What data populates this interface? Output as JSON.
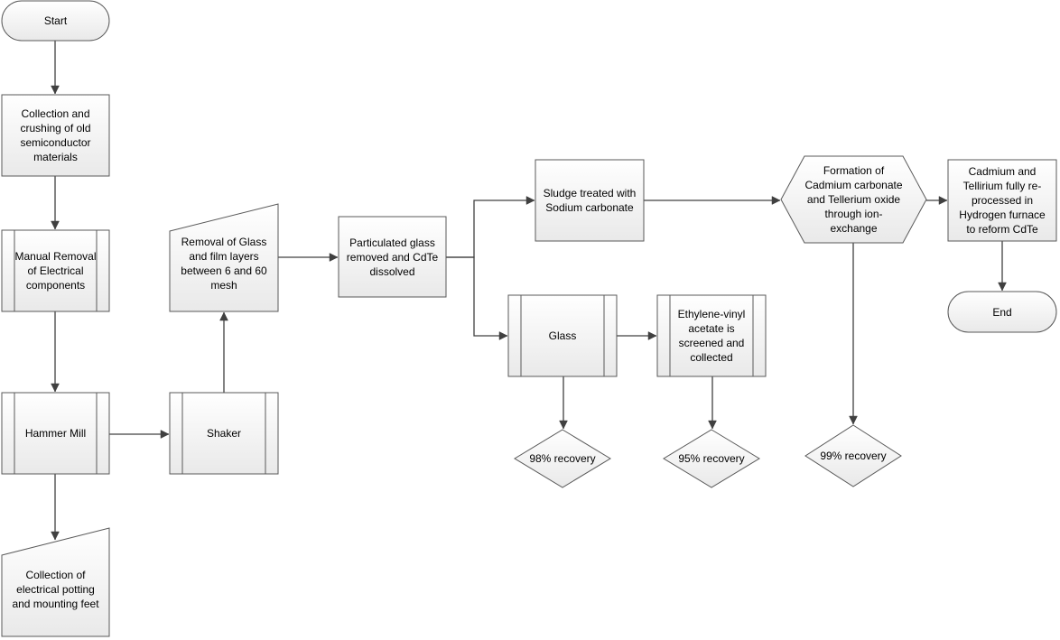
{
  "colors": {
    "stroke": "#595959",
    "fill_top": "#ffffff",
    "fill_bottom": "#e9e9e9",
    "connector": "#404040",
    "text": "#000000"
  },
  "nodes": {
    "start": {
      "label": "Start",
      "shape": "terminator"
    },
    "collection_crushing": {
      "label": "Collection and crushing of old semiconductor materials",
      "shape": "process"
    },
    "manual_removal": {
      "label": "Manual Removal of Electrical components",
      "shape": "predefined-process"
    },
    "hammer_mill": {
      "label": "Hammer Mill",
      "shape": "predefined-process"
    },
    "collection_potting": {
      "label": "Collection of electrical potting and mounting feet",
      "shape": "manual-input"
    },
    "shaker": {
      "label": "Shaker",
      "shape": "predefined-process"
    },
    "removal_glass_film": {
      "label": "Removal of Glass and film layers between 6 and 60 mesh",
      "shape": "manual-input"
    },
    "particulated_glass": {
      "label": "Particulated glass removed and CdTe dissolved",
      "shape": "process"
    },
    "sludge_treated": {
      "label": "Sludge treated with Sodium carbonate",
      "shape": "process"
    },
    "glass": {
      "label": "Glass",
      "shape": "predefined-process"
    },
    "eva_screened": {
      "label": "Ethylene-vinyl acetate is screened and collected",
      "shape": "predefined-process"
    },
    "recovery_98": {
      "label": "98% recovery",
      "shape": "decision"
    },
    "recovery_95": {
      "label": "95% recovery",
      "shape": "decision"
    },
    "formation_oxide": {
      "label": "Formation of Cadmium carbonate and Tellerium oxide through ion-exchange",
      "shape": "preparation"
    },
    "recovery_99": {
      "label": "99% recovery",
      "shape": "decision"
    },
    "reprocessed": {
      "label": "Cadmium and Tellirium fully re-processed in Hydrogen furnace to reform CdTe",
      "shape": "process"
    },
    "end": {
      "label": "End",
      "shape": "terminator"
    }
  },
  "edges": [
    [
      "start",
      "collection_crushing"
    ],
    [
      "collection_crushing",
      "manual_removal"
    ],
    [
      "manual_removal",
      "hammer_mill"
    ],
    [
      "hammer_mill",
      "collection_potting"
    ],
    [
      "hammer_mill",
      "shaker"
    ],
    [
      "shaker",
      "removal_glass_film"
    ],
    [
      "removal_glass_film",
      "particulated_glass"
    ],
    [
      "particulated_glass",
      "sludge_treated"
    ],
    [
      "particulated_glass",
      "glass"
    ],
    [
      "glass",
      "eva_screened"
    ],
    [
      "glass",
      "recovery_98"
    ],
    [
      "eva_screened",
      "recovery_95"
    ],
    [
      "sludge_treated",
      "formation_oxide"
    ],
    [
      "formation_oxide",
      "recovery_99"
    ],
    [
      "formation_oxide",
      "reprocessed"
    ],
    [
      "reprocessed",
      "end"
    ]
  ]
}
